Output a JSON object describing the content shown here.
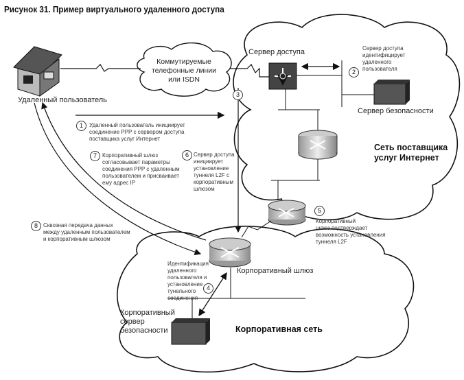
{
  "title": "Рисунок 31. Пример виртуального удаленного доступа",
  "nodes": {
    "remote_user": "Удаленный пользователь",
    "pstn_cloud": "Коммутируемые\nтелефонные линии\nили ISDN",
    "access_server": "Сервер доступа",
    "security_server": "Сервер безопасности",
    "isp_network": "Сеть поставщика\nуслуг Интернет",
    "corp_gateway": "Корпоративный шлюз",
    "corp_security_server": "Корпоративный\nсервер\nбезопасности",
    "corp_network": "Корпоративная сеть"
  },
  "steps": [
    {
      "num": "1",
      "text": "Удаленный пользователь инициирует\nсоединение PPP с сервером доступа\nпоставщика услуг Интернет"
    },
    {
      "num": "2",
      "text": "Сервер доступа\nидентифицирует\nудаленного\nпользователя"
    },
    {
      "num": "3",
      "text": ""
    },
    {
      "num": "4",
      "text": "Идентификация\nудаленного\nпользователя и\nустановление\nтунельного\nсоединения"
    },
    {
      "num": "5",
      "text": "Корпоративный\nшлюз подтверждает\nвозможность установления\nтуннеля L2F"
    },
    {
      "num": "6",
      "text": "Сервер доступа\nинициирует\nустановление\nтуннеля L2F с\nкорпоративным\nшлюзом"
    },
    {
      "num": "7",
      "text": "Корпоративный шлюз\nсогласовывает параметры\nсоединения PPP с удаленным\nпользователем и присваивает\nему адрес IP"
    },
    {
      "num": "8",
      "text": "Сквозная передача данных\nмежду удаленным пользователем\nи корпоративным шлюзом"
    }
  ]
}
